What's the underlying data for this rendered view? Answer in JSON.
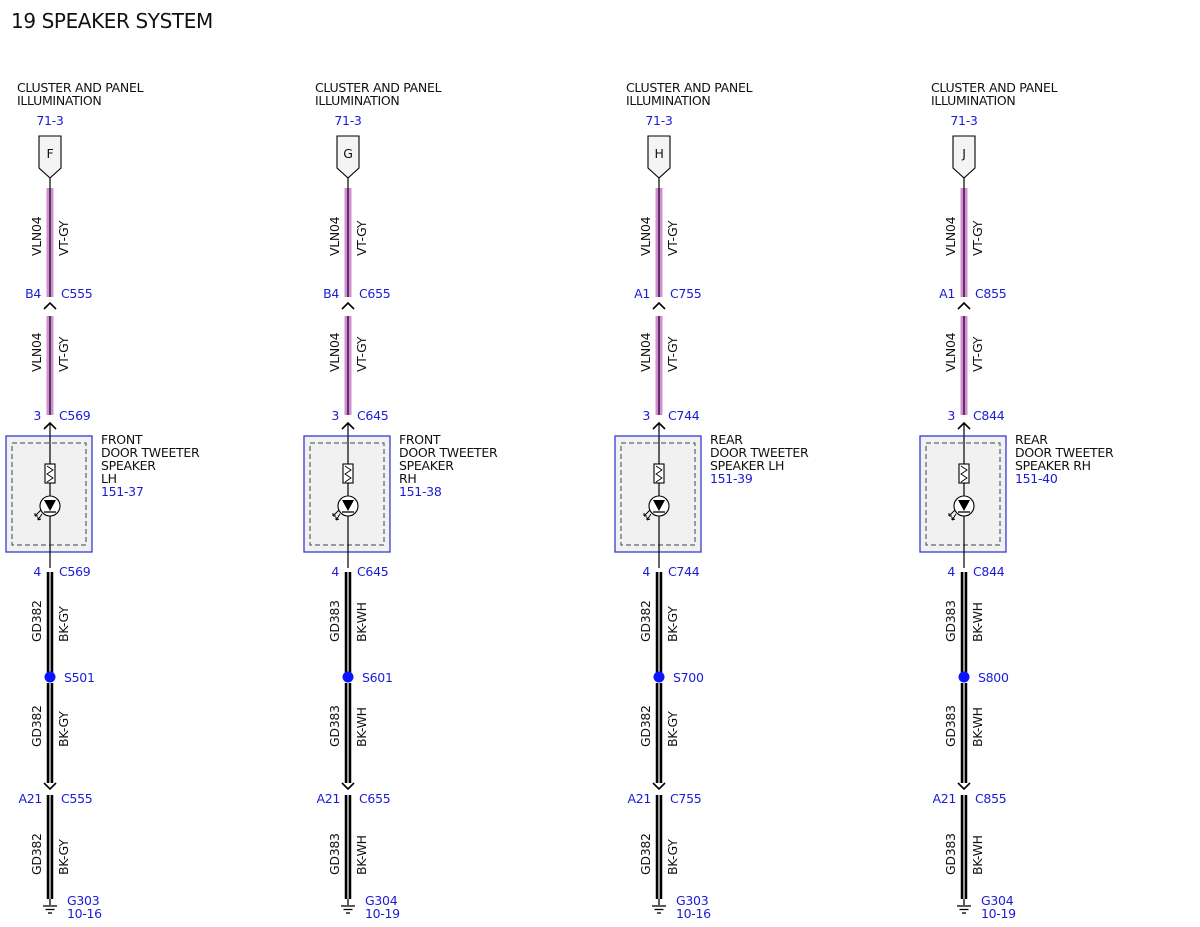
{
  "title": "19 SPEAKER SYSTEM",
  "colors": {
    "ref": "#1b1bd6",
    "text": "#111111",
    "wire_violet": "#d58cd6",
    "splice": "#0a14ff",
    "component_border": "#3a3ad2",
    "component_fill": "#f1f1f1"
  },
  "circuits": [
    {
      "source_label": [
        "CLUSTER AND PANEL",
        "ILLUMINATION"
      ],
      "source_ref": "71-3",
      "connector_letter": "F",
      "upper_wire_1": {
        "circuit": "VLN04",
        "color": "VT-GY"
      },
      "inline_connector_1": {
        "pin": "B4",
        "name": "C555"
      },
      "upper_wire_2": {
        "circuit": "VLN04",
        "color": "VT-GY"
      },
      "component_in": {
        "pin": "3",
        "name": "C569"
      },
      "component_label": [
        "FRONT",
        "DOOR TWEETER",
        "SPEAKER",
        "LH"
      ],
      "component_ref": "151-37",
      "component_out": {
        "pin": "4",
        "name": "C569"
      },
      "lower_wire_1": {
        "circuit": "GD382",
        "color": "BK-GY"
      },
      "splice": "S501",
      "lower_wire_2": {
        "circuit": "GD382",
        "color": "BK-GY"
      },
      "inline_connector_2": {
        "pin": "A21",
        "name": "C555"
      },
      "lower_wire_3": {
        "circuit": "GD382",
        "color": "BK-GY"
      },
      "ground": "G303",
      "ground_ref": "10-16"
    },
    {
      "source_label": [
        "CLUSTER AND PANEL",
        "ILLUMINATION"
      ],
      "source_ref": "71-3",
      "connector_letter": "G",
      "upper_wire_1": {
        "circuit": "VLN04",
        "color": "VT-GY"
      },
      "inline_connector_1": {
        "pin": "B4",
        "name": "C655"
      },
      "upper_wire_2": {
        "circuit": "VLN04",
        "color": "VT-GY"
      },
      "component_in": {
        "pin": "3",
        "name": "C645"
      },
      "component_label": [
        "FRONT",
        "DOOR TWEETER",
        "SPEAKER",
        "RH"
      ],
      "component_ref": "151-38",
      "component_out": {
        "pin": "4",
        "name": "C645"
      },
      "lower_wire_1": {
        "circuit": "GD383",
        "color": "BK-WH"
      },
      "splice": "S601",
      "lower_wire_2": {
        "circuit": "GD383",
        "color": "BK-WH"
      },
      "inline_connector_2": {
        "pin": "A21",
        "name": "C655"
      },
      "lower_wire_3": {
        "circuit": "GD383",
        "color": "BK-WH"
      },
      "ground": "G304",
      "ground_ref": "10-19"
    },
    {
      "source_label": [
        "CLUSTER AND PANEL",
        "ILLUMINATION"
      ],
      "source_ref": "71-3",
      "connector_letter": "H",
      "upper_wire_1": {
        "circuit": "VLN04",
        "color": "VT-GY"
      },
      "inline_connector_1": {
        "pin": "A1",
        "name": "C755"
      },
      "upper_wire_2": {
        "circuit": "VLN04",
        "color": "VT-GY"
      },
      "component_in": {
        "pin": "3",
        "name": "C744"
      },
      "component_label": [
        "REAR",
        "DOOR TWEETER",
        "SPEAKER LH"
      ],
      "component_ref": "151-39",
      "component_out": {
        "pin": "4",
        "name": "C744"
      },
      "lower_wire_1": {
        "circuit": "GD382",
        "color": "BK-GY"
      },
      "splice": "S700",
      "lower_wire_2": {
        "circuit": "GD382",
        "color": "BK-GY"
      },
      "inline_connector_2": {
        "pin": "A21",
        "name": "C755"
      },
      "lower_wire_3": {
        "circuit": "GD382",
        "color": "BK-GY"
      },
      "ground": "G303",
      "ground_ref": "10-16"
    },
    {
      "source_label": [
        "CLUSTER AND PANEL",
        "ILLUMINATION"
      ],
      "source_ref": "71-3",
      "connector_letter": "J",
      "upper_wire_1": {
        "circuit": "VLN04",
        "color": "VT-GY"
      },
      "inline_connector_1": {
        "pin": "A1",
        "name": "C855"
      },
      "upper_wire_2": {
        "circuit": "VLN04",
        "color": "VT-GY"
      },
      "component_in": {
        "pin": "3",
        "name": "C844"
      },
      "component_label": [
        "REAR",
        "DOOR TWEETER",
        "SPEAKER RH"
      ],
      "component_ref": "151-40",
      "component_out": {
        "pin": "4",
        "name": "C844"
      },
      "lower_wire_1": {
        "circuit": "GD383",
        "color": "BK-WH"
      },
      "splice": "S800",
      "lower_wire_2": {
        "circuit": "GD383",
        "color": "BK-WH"
      },
      "inline_connector_2": {
        "pin": "A21",
        "name": "C855"
      },
      "lower_wire_3": {
        "circuit": "GD383",
        "color": "BK-WH"
      },
      "ground": "G304",
      "ground_ref": "10-19"
    }
  ]
}
